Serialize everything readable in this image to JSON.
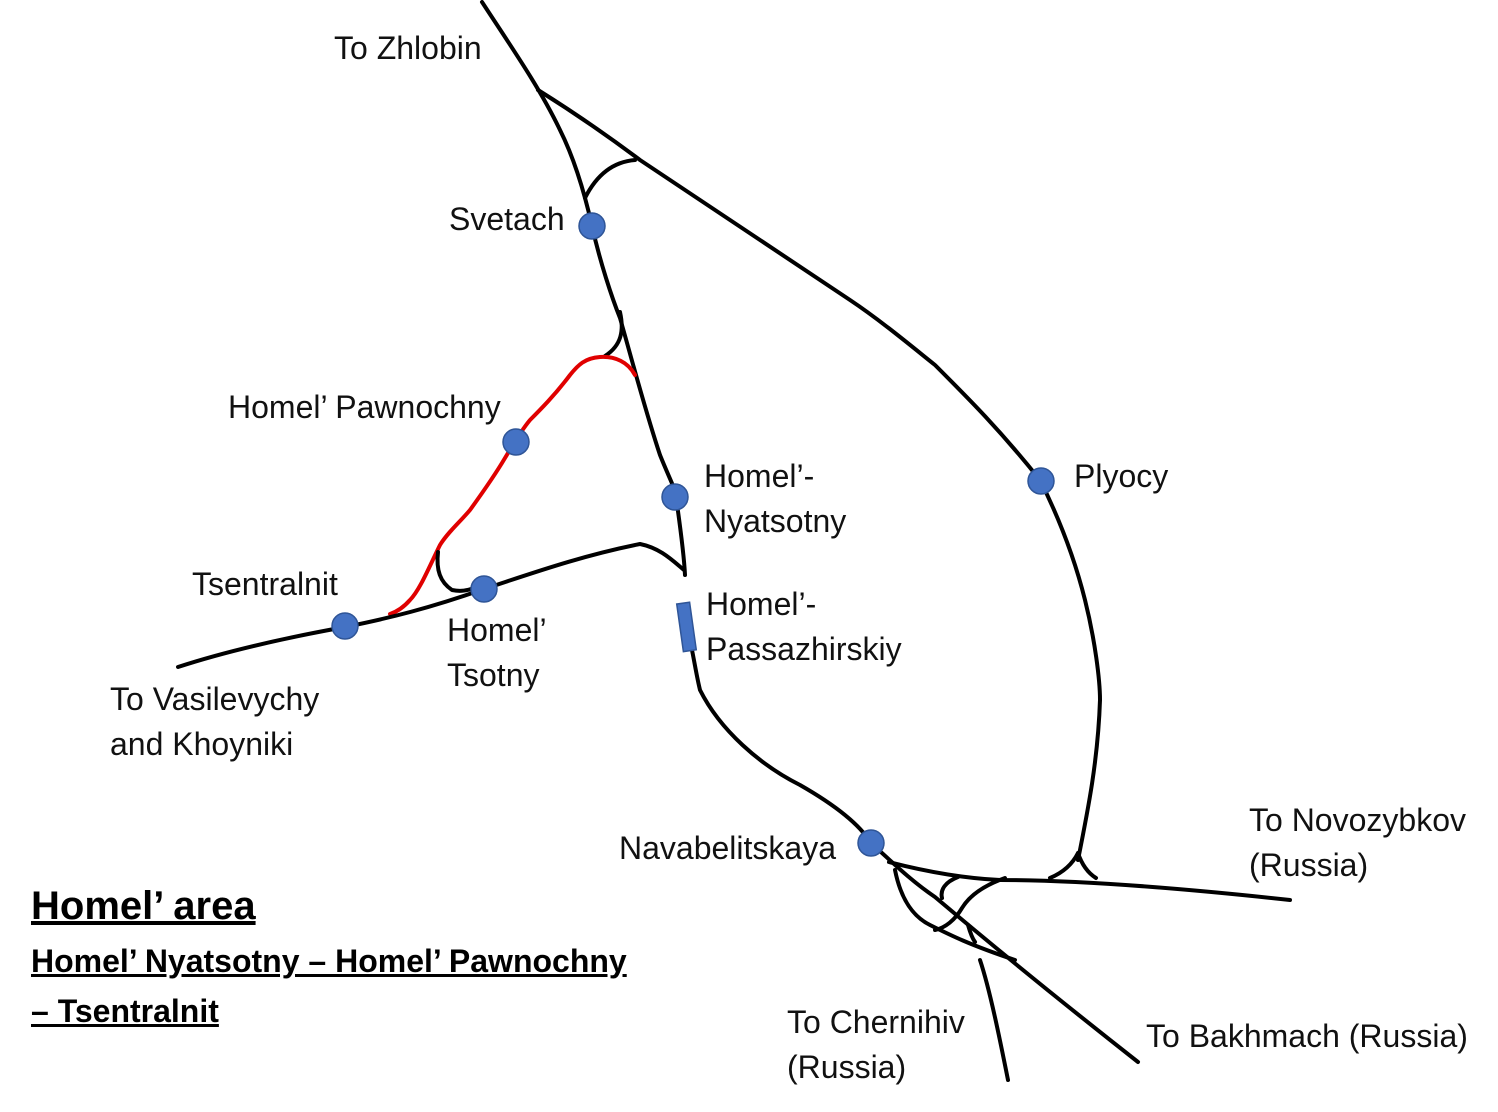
{
  "title": "Homel’ area",
  "subtitle_line1": "Homel’ Nyatsotny – Homel’ Pawnochny",
  "subtitle_line2": "– Tsentralnit",
  "colors": {
    "track": "#000000",
    "highlight": "#e00000",
    "station": "#4472c4"
  },
  "stations": {
    "svetach": "Svetach",
    "pawnochny": "Homel’ Pawnochny",
    "nyatsotny_1": "Homel’-",
    "nyatsotny_2": "Nyatsotny",
    "passazhirskiy_1": "Homel’-",
    "passazhirskiy_2": "Passazhirskiy",
    "tsentralnit": "Tsentralnit",
    "tsotny_1": "Homel’",
    "tsotny_2": "Tsotny",
    "plyocy": "Plyocy",
    "navabelitskaya": "Navabelitskaya"
  },
  "destinations": {
    "zhlobin": "To Zhlobin",
    "vasilevychy_1": "To Vasilevychy",
    "vasilevychy_2": "and Khoyniki",
    "novozybkov_1": "To Novozybkov",
    "novozybkov_2": "(Russia)",
    "chernihiv_1": "To Chernihiv",
    "chernihiv_2": "(Russia)",
    "bakhmach": "To Bakhmach (Russia)"
  }
}
